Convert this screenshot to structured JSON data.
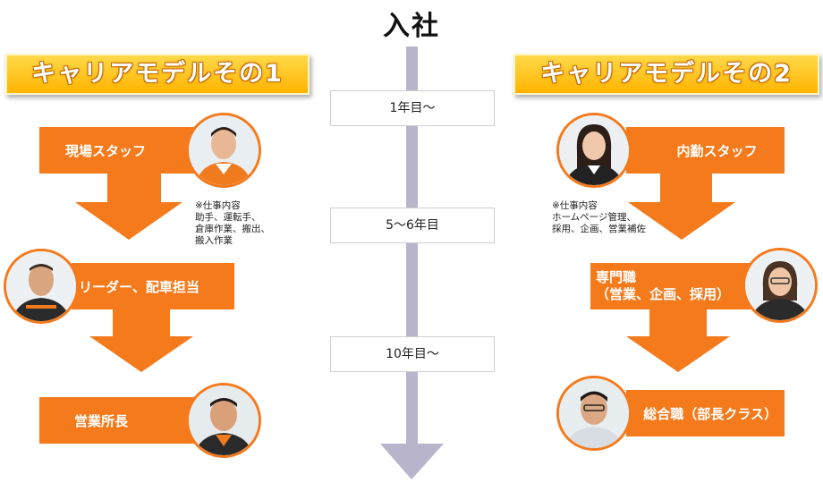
{
  "timeline": {
    "start": "入社",
    "stages": [
      "1年目～",
      "5～6年目",
      "10年目～"
    ]
  },
  "model1": {
    "title": "キャリアモデルその1",
    "steps": [
      "現場スタッフ",
      "リーダー、配車担当",
      "営業所長"
    ],
    "note_heading": "※仕事内容",
    "note_lines": [
      "助手、運転手、",
      "倉庫作業、搬出、",
      "搬入作業"
    ]
  },
  "model2": {
    "title": "キャリアモデルその2",
    "step1": "内勤スタッフ",
    "step2_lines": [
      "専門職",
      "（営業、企画、採用）"
    ],
    "step3": "総合職（部長クラス）",
    "note_heading": "※仕事内容",
    "note_lines": [
      "ホームページ管理、",
      "採用、企画、営業補佐"
    ]
  },
  "colors": {
    "accent": "#f47a1c",
    "title_gradient_top": "#ffd94a",
    "title_gradient_bottom": "#ffb400",
    "timeline": "#b7b4cc"
  },
  "icons": [
    "person-photo",
    "arrow-down"
  ]
}
